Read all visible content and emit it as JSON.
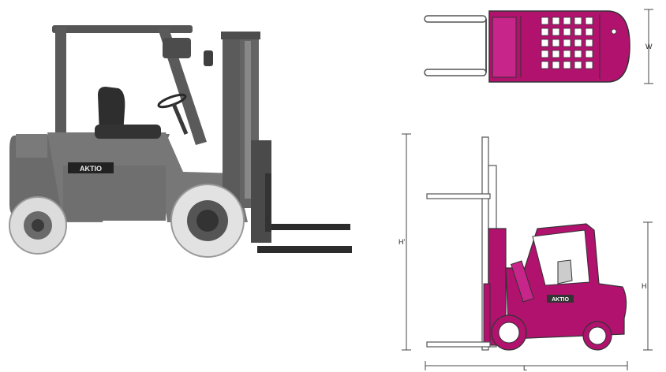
{
  "photo": {
    "brand_logo": "AKTIO"
  },
  "top_view": {
    "dimension_width_label": "W"
  },
  "side_view": {
    "brand_logo": "AKTIO",
    "dimension_lift_height_label": "H'",
    "dimension_height_label": "H",
    "dimension_length_label": "L"
  },
  "colors": {
    "accent": "#b0126e",
    "accent_light": "#c8258a",
    "photo_body": "#6e6e6e",
    "photo_dark": "#3a3a3a",
    "tire": "#e4e4e4"
  }
}
